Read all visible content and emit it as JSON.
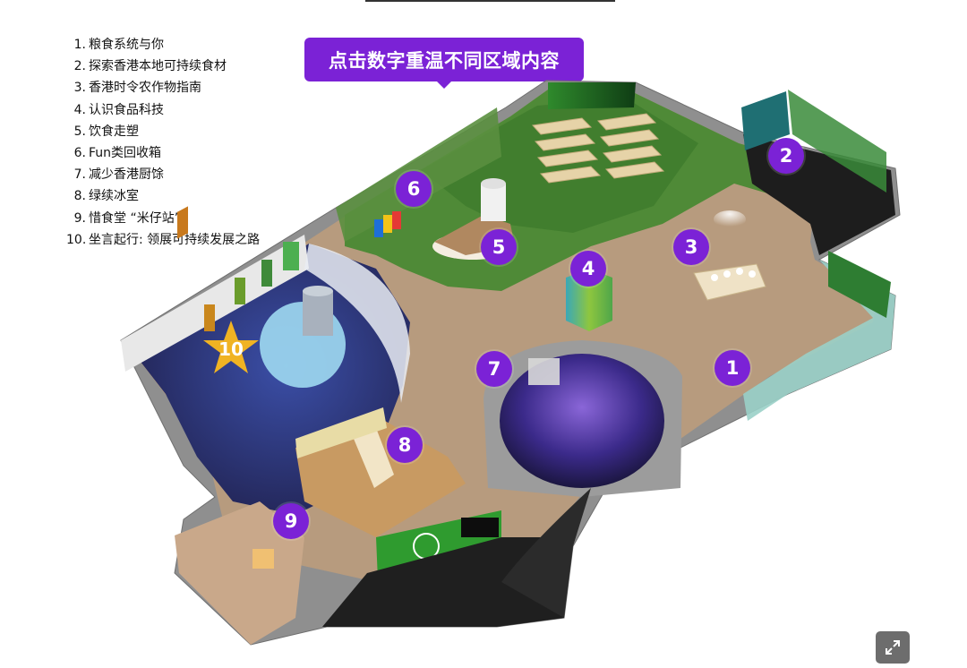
{
  "header": {
    "prompt": "点击数字重温不同区域内容"
  },
  "legend": [
    {
      "num": "1.",
      "label": "粮食系统与你"
    },
    {
      "num": "2.",
      "label": "探索香港本地可持续食材"
    },
    {
      "num": "3.",
      "label": "香港时令农作物指南"
    },
    {
      "num": "4.",
      "label": "认识食品科技"
    },
    {
      "num": "5.",
      "label": "饮食走塑"
    },
    {
      "num": "6.",
      "label": "Fun类回收箱"
    },
    {
      "num": "7.",
      "label": "减少香港厨馀"
    },
    {
      "num": "8.",
      "label": "绿续冰室"
    },
    {
      "num": "9.",
      "label": "惜食堂 “米仔站”"
    },
    {
      "num": "10.",
      "label": "坐言起行: 领展可持续发展之路"
    }
  ],
  "markers": [
    "1",
    "2",
    "3",
    "4",
    "5",
    "6",
    "7",
    "8",
    "9"
  ],
  "featured_marker": "10",
  "colors": {
    "accent": "#7b22d6",
    "star": "#f0b323",
    "floor_tan": "#b79b7e",
    "floor_green": "#4f8a37",
    "floor_navy": "#2a2e66",
    "walls": "#9a9a9a"
  },
  "icons": {
    "expand": "expand-icon"
  }
}
